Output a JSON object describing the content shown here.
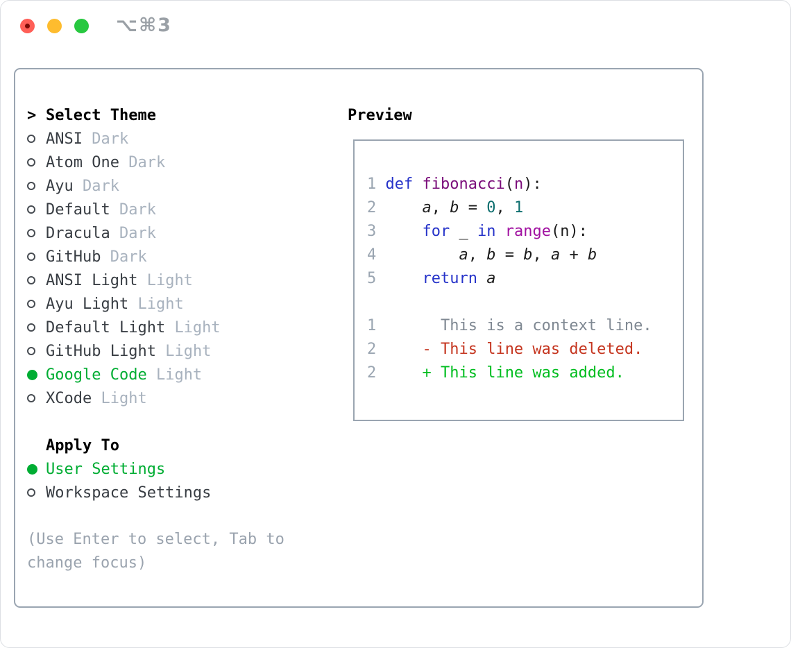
{
  "window": {
    "shortcut": "⌥⌘3"
  },
  "colors": {
    "ui_green": "#00ad33",
    "name_dark": "#383d43",
    "variant_muted": "#a8b2be",
    "help_muted": "#9aa3ae",
    "border_gray": "#9aa5b1",
    "kw": "#2633c9",
    "fn": "#7a0c7a",
    "fn2": "#a112a1",
    "lit": "#0c6e6e",
    "pl": "#1c1c1c",
    "it": "#1c1c1c",
    "ln": "#9aa5b1",
    "ctx": "#7f8892",
    "del": "#c53620",
    "add": "#00bd1f",
    "traffic_red": "#ff5f57",
    "traffic_yellow": "#febc2e",
    "traffic_green": "#28c840"
  },
  "theme_picker": {
    "selector_prefix": ">",
    "title": "Select Theme",
    "items": [
      {
        "name": "ANSI",
        "variant": "Dark",
        "selected": false
      },
      {
        "name": "Atom One",
        "variant": "Dark",
        "selected": false
      },
      {
        "name": "Ayu",
        "variant": "Dark",
        "selected": false
      },
      {
        "name": "Default",
        "variant": "Dark",
        "selected": false
      },
      {
        "name": "Dracula",
        "variant": "Dark",
        "selected": false
      },
      {
        "name": "GitHub",
        "variant": "Dark",
        "selected": false
      },
      {
        "name": "ANSI Light",
        "variant": "Light",
        "selected": false
      },
      {
        "name": "Ayu Light",
        "variant": "Light",
        "selected": false
      },
      {
        "name": "Default Light",
        "variant": "Light",
        "selected": false
      },
      {
        "name": "GitHub Light",
        "variant": "Light",
        "selected": false
      },
      {
        "name": "Google Code",
        "variant": "Light",
        "selected": true
      },
      {
        "name": "XCode",
        "variant": "Light",
        "selected": false
      }
    ]
  },
  "apply_to": {
    "title": "Apply To",
    "options": [
      {
        "name": "User Settings",
        "selected": true
      },
      {
        "name": "Workspace Settings",
        "selected": false
      }
    ]
  },
  "help_text": "(Use Enter to select, Tab to change focus)",
  "preview": {
    "title": "Preview",
    "lines": [
      {
        "num": "1",
        "tokens": [
          {
            "t": " "
          },
          {
            "t": "def",
            "c": "kw"
          },
          {
            "t": " "
          },
          {
            "t": "fibonacci",
            "c": "fn"
          },
          {
            "t": "("
          },
          {
            "t": "n",
            "c": "fn"
          },
          {
            "t": "):"
          }
        ]
      },
      {
        "num": "2",
        "tokens": [
          {
            "t": "     "
          },
          {
            "t": "a",
            "c": "it",
            "i": true
          },
          {
            "t": ", "
          },
          {
            "t": "b",
            "c": "it",
            "i": true
          },
          {
            "t": " = "
          },
          {
            "t": "0",
            "c": "lit"
          },
          {
            "t": ", "
          },
          {
            "t": "1",
            "c": "lit"
          }
        ]
      },
      {
        "num": "3",
        "tokens": [
          {
            "t": "     "
          },
          {
            "t": "for",
            "c": "kw"
          },
          {
            "t": " _ "
          },
          {
            "t": "in",
            "c": "kw"
          },
          {
            "t": " "
          },
          {
            "t": "range",
            "c": "fn2"
          },
          {
            "t": "(n):"
          }
        ]
      },
      {
        "num": "4",
        "tokens": [
          {
            "t": "         "
          },
          {
            "t": "a",
            "c": "it",
            "i": true
          },
          {
            "t": ", "
          },
          {
            "t": "b",
            "c": "it",
            "i": true
          },
          {
            "t": " = "
          },
          {
            "t": "b",
            "c": "it",
            "i": true
          },
          {
            "t": ", "
          },
          {
            "t": "a",
            "c": "it",
            "i": true
          },
          {
            "t": " + "
          },
          {
            "t": "b",
            "c": "it",
            "i": true
          }
        ]
      },
      {
        "num": "5",
        "tokens": [
          {
            "t": "     "
          },
          {
            "t": "return",
            "c": "kw"
          },
          {
            "t": " "
          },
          {
            "t": "a",
            "c": "it",
            "i": true
          }
        ]
      },
      {
        "num": "",
        "tokens": []
      },
      {
        "num": "1",
        "tokens": [
          {
            "t": "       "
          },
          {
            "t": "This is a context line.",
            "c": "ctx"
          }
        ]
      },
      {
        "num": "2",
        "tokens": [
          {
            "t": "     "
          },
          {
            "t": "- This line was deleted.",
            "c": "del"
          }
        ]
      },
      {
        "num": "2",
        "tokens": [
          {
            "t": "     "
          },
          {
            "t": "+ This line was added.",
            "c": "add"
          }
        ]
      }
    ]
  }
}
